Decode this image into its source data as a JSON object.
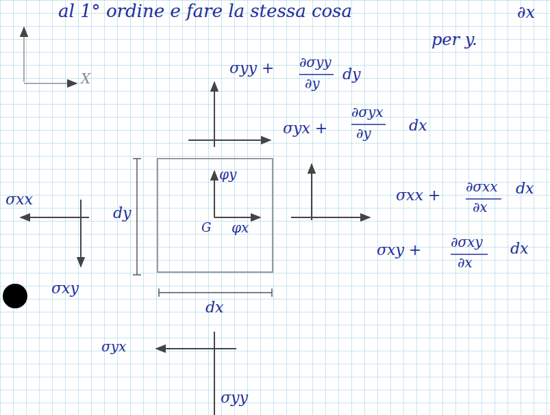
{
  "diagram": {
    "labels": [
      "al 1° ordine e fare la stessa cosa",
      "∂x",
      "per y.",
      "σyy +",
      "∂σyy",
      "∂y",
      "dy",
      "σyx +",
      "∂σyx",
      "∂y",
      "dx",
      "σxx +",
      "∂σxx",
      "∂x",
      "dx",
      "σxy +",
      "∂σxy",
      "∂x",
      "dx",
      "σxx",
      "dy",
      "σxy",
      "φy",
      "G",
      "φx",
      "dx",
      "σyx",
      "σyy",
      "X"
    ]
  }
}
